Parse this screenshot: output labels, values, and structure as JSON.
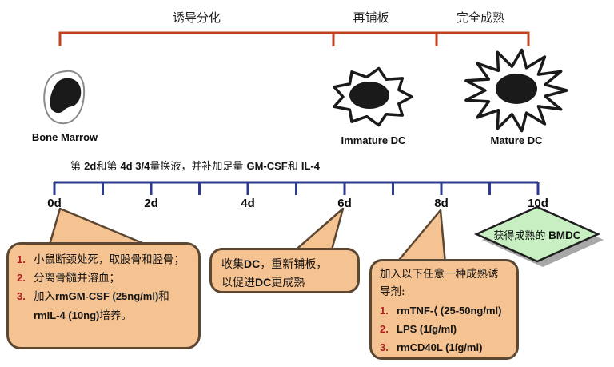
{
  "palette": {
    "bracket": "#c2411f",
    "timeline": "#2d3a8f",
    "bubble_fill": "#f5c291",
    "bubble_border": "#5c4733",
    "number_red": "#b01f1f",
    "diamond_fill": "#c7efc2",
    "diamond_border": "#1f1f1f",
    "diamond_shadow": "#a8a8a8",
    "cell_ink": "#1a1a1a",
    "bone_marrow_outline": "#8a8a8a"
  },
  "stages": {
    "labels": [
      "诱导分化",
      "再铺板",
      "完全成熟"
    ]
  },
  "cells": {
    "bone_marrow": "Bone Marrow",
    "immature_dc": "Immature DC",
    "mature_dc": "Mature DC"
  },
  "timeline": {
    "note_segments": [
      "第 ",
      "2d",
      "和第 ",
      "4d 3/4",
      "量换液，并补加足量 ",
      "GM-CSF",
      "和 ",
      "IL-4"
    ],
    "tick_labels": [
      "0d",
      "2d",
      "4d",
      "6d",
      "8d",
      "10d"
    ]
  },
  "callouts": {
    "start": {
      "items": [
        {
          "num": "1.",
          "text": "小鼠断颈处死，取股骨和胫骨；"
        },
        {
          "num": "2.",
          "text": "分离骨髓并溶血；"
        },
        {
          "num": "3.",
          "segs": [
            "加入",
            "rmGM-CSF (25ng/ml)",
            "和",
            "rmIL-4 (10ng)",
            "培养。"
          ]
        }
      ]
    },
    "replate": {
      "line1": [
        "收集",
        "DC",
        "，重新铺板，"
      ],
      "line2": [
        "以促进",
        "DC",
        "更成熟"
      ]
    },
    "mature": {
      "title": "加入以下任意一种成熟诱导剂:",
      "items": [
        {
          "num": "1.",
          "text": "rmTNF-⟨ (25-50ng/ml)"
        },
        {
          "num": "2.",
          "text": "LPS (1ſg/ml)"
        },
        {
          "num": "3.",
          "text": "rmCD40L (1ſg/ml)"
        }
      ]
    }
  },
  "result": {
    "label_cn": "获得成熟的",
    "label_en": "BMDC"
  }
}
